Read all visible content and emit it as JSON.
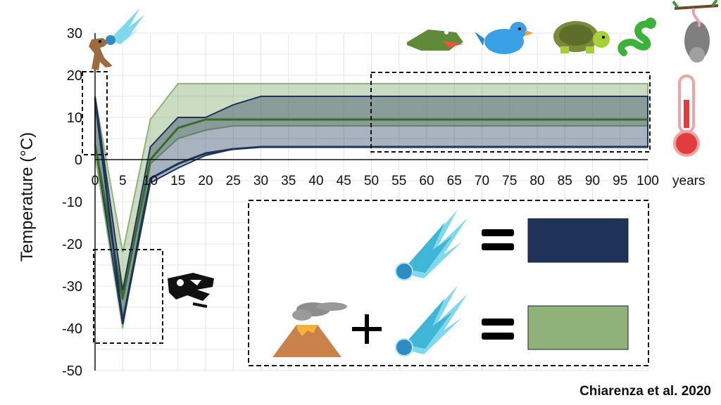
{
  "credit": "Chiarenza et al. 2020",
  "chart_data": {
    "type": "area",
    "title": "",
    "xlabel": "years",
    "ylabel": "Temperature (°C)",
    "xlim": [
      0,
      100
    ],
    "ylim": [
      -50,
      30
    ],
    "x_ticks": [
      0,
      5,
      10,
      15,
      20,
      25,
      30,
      35,
      40,
      45,
      50,
      55,
      60,
      65,
      70,
      75,
      80,
      85,
      90,
      95,
      100
    ],
    "y_ticks": [
      30,
      20,
      10,
      0,
      -10,
      -20,
      -30,
      -40,
      -50
    ],
    "grid": true,
    "series": [
      {
        "color": "#8fb27a",
        "x": [
          0,
          5,
          10,
          15,
          20,
          25,
          30,
          100
        ],
        "mean": [
          3.5,
          -33,
          0,
          7.5,
          9.5,
          9.5,
          9.5,
          9.5
        ],
        "upper": [
          15,
          -22,
          9.5,
          18,
          18,
          18,
          18,
          18
        ],
        "lower": [
          1,
          -40,
          -1,
          5,
          7,
          8,
          8,
          8
        ]
      },
      {
        "color": "#1d3458",
        "x": [
          0,
          5,
          10,
          15,
          20,
          25,
          30,
          100
        ],
        "mean": [
          14.5,
          -38.5,
          -4.5,
          -1,
          1.5,
          2.5,
          3,
          3
        ],
        "upper": [
          15,
          -31,
          3,
          10,
          10,
          13,
          15,
          15
        ],
        "lower": [
          3.5,
          -39,
          -5.5,
          -2,
          1,
          2.5,
          3,
          3
        ]
      }
    ],
    "legend": [
      {
        "icons": [
          "asteroid-icon"
        ],
        "color": "#1d3458"
      },
      {
        "icons": [
          "volcano-icon",
          "asteroid-icon"
        ],
        "color": "#8fb27a"
      }
    ],
    "icons": [
      "dinosaur-icon",
      "crocodile-icon",
      "bird-icon",
      "turtle-icon",
      "snake-icon",
      "mammal-icon",
      "thermometer-icon",
      "dino-skull-icon"
    ]
  }
}
